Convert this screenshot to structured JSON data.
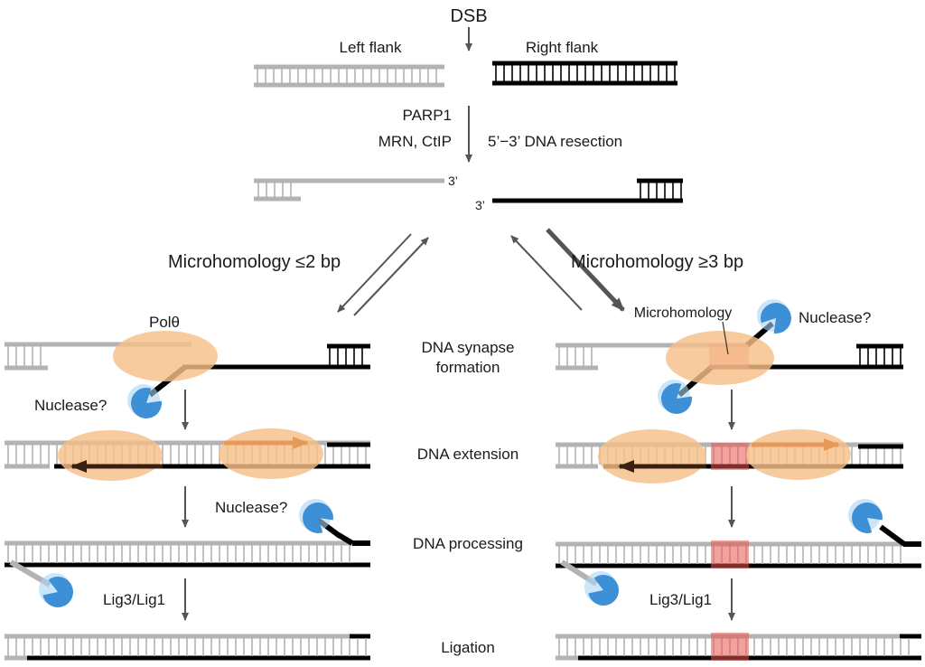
{
  "labels": {
    "dsb": "DSB",
    "left_flank": "Left flank",
    "right_flank": "Right flank",
    "parp1": "PARP1",
    "mrn_ctip": "MRN, CtIP",
    "resection": "5’−3’ DNA resection",
    "prime_left": "3’",
    "prime_right": "3’",
    "mh_le2": "Microhomology ≤2 bp",
    "mh_ge3": "Microhomology ≥3 bp",
    "polq": "Polθ",
    "microhomology": "Microhomology",
    "nuclease_l1": "Nuclease?",
    "nuclease_r1": "Nuclease?",
    "nuclease_l3": "Nuclease?",
    "lig_left": "Lig3/Lig1",
    "lig_right": "Lig3/Lig1"
  },
  "steps": {
    "synapse_1": "DNA synapse",
    "synapse_2": "formation",
    "extension": "DNA extension",
    "processing": "DNA processing",
    "ligation": "Ligation"
  },
  "colors": {
    "gray_strand": "#b3b3b3",
    "black_strand": "#000000",
    "polymerase": "#f6c08a",
    "microhomology": "#e9544f",
    "nuclease": "#3d8fd6",
    "arrow": "#555555"
  },
  "icons": {
    "nuclease": "pacman-nuclease-icon",
    "polymerase": "ellipse-polymerase-icon"
  }
}
